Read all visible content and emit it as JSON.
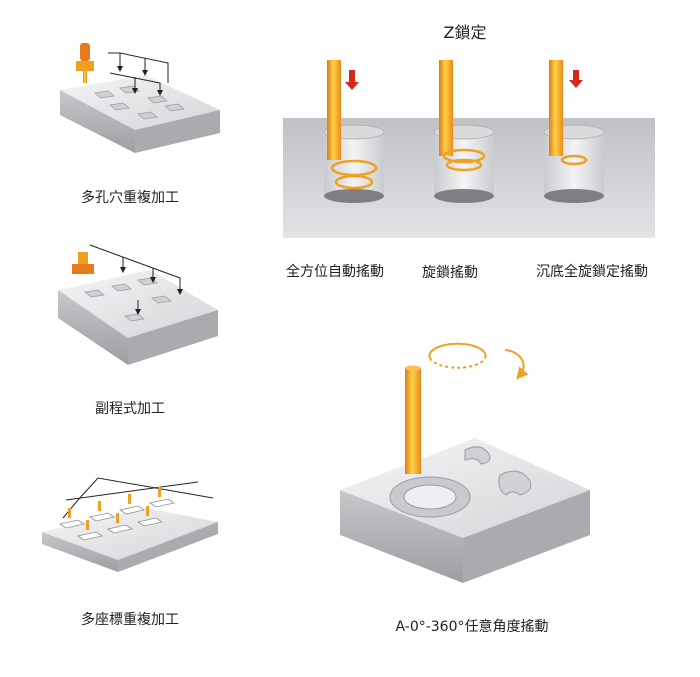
{
  "left_panels": [
    {
      "caption": "多孔穴重複加工"
    },
    {
      "caption": "副程式加工"
    },
    {
      "caption": "多座標重複加工"
    }
  ],
  "z_lock": {
    "title": "Z鎖定",
    "modes": [
      {
        "caption": "全方位自動搖動"
      },
      {
        "caption": "旋鎖搖動"
      },
      {
        "caption": "沉底全旋鎖定搖動"
      }
    ]
  },
  "angle_panel": {
    "caption": "A-0°-360°任意角度搖動"
  },
  "colors": {
    "tool_orange": "#f0a020",
    "tool_yellow": "#ffd24a",
    "arrow_red": "#d8281c",
    "block_top": "#e6e7e9",
    "block_side": "#b5b7ba",
    "line": "#222222"
  }
}
